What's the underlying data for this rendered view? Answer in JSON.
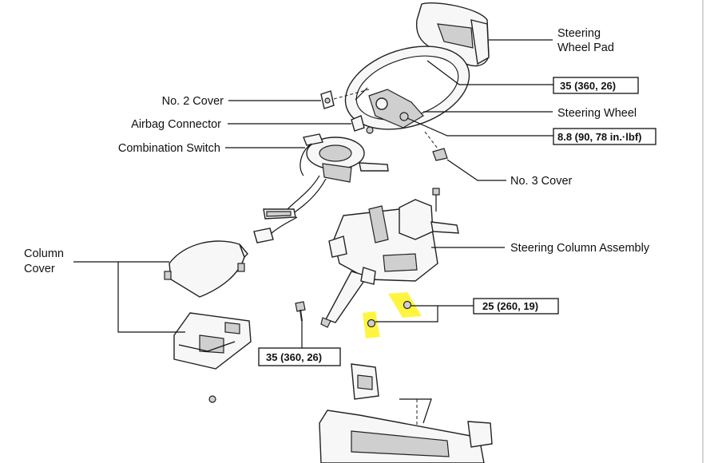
{
  "labels": {
    "steering_wheel_pad": [
      "Steering",
      "Wheel Pad"
    ],
    "no2_cover": "No. 2 Cover",
    "airbag_connector": "Airbag Connector",
    "combination_switch": "Combination Switch",
    "steering_wheel": "Steering Wheel",
    "no3_cover": "No. 3 Cover",
    "steering_column_assembly": "Steering Column Assembly",
    "column_cover": [
      "Column",
      "Cover"
    ]
  },
  "torque_specs": {
    "pad_nut": "35 (360, 26)",
    "wheel_nut": "8.8 (90, 78 in.·lbf)",
    "column_nuts": "25 (260, 19)",
    "column_bolt": "35 (360, 26)"
  },
  "colors": {
    "highlight": "#fff200",
    "ink": "#111111"
  }
}
